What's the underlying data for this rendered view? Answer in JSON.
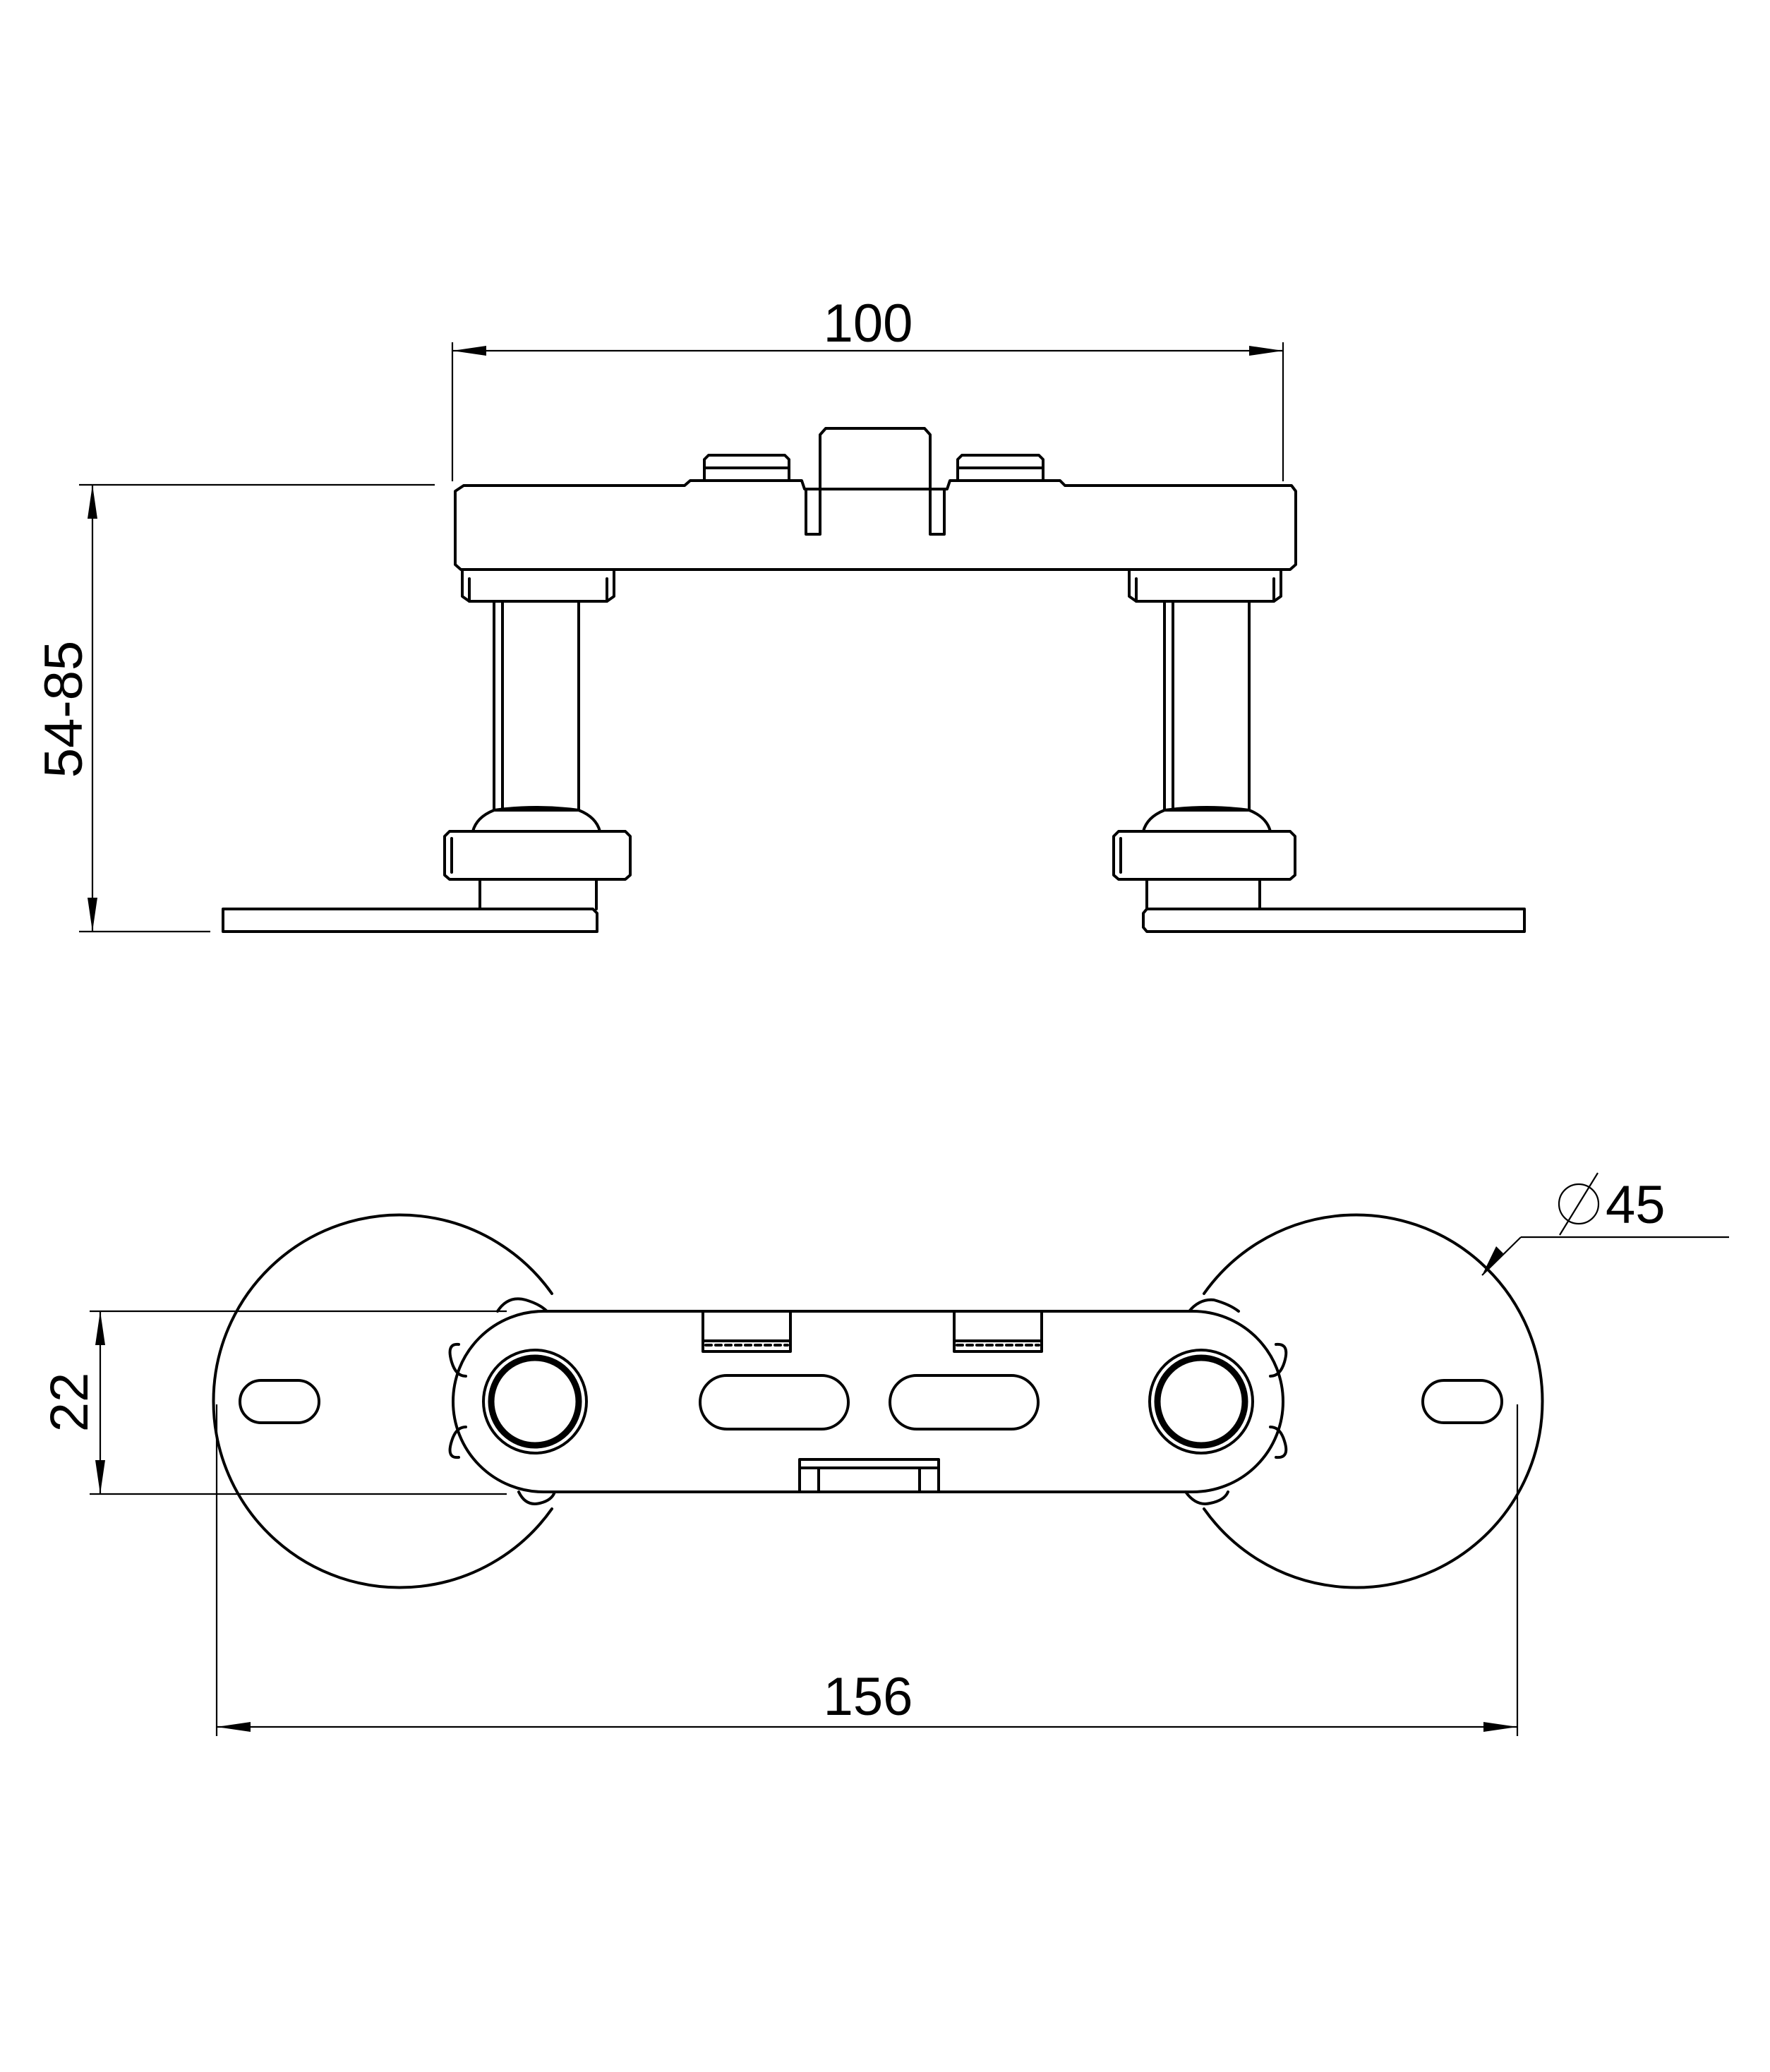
{
  "dimensions": {
    "top_width": "100",
    "height_range": "54-85",
    "depth": "22",
    "overall_length": "156",
    "disc_diameter": "45"
  },
  "colors": {
    "line": "#000000",
    "background": "#ffffff"
  }
}
